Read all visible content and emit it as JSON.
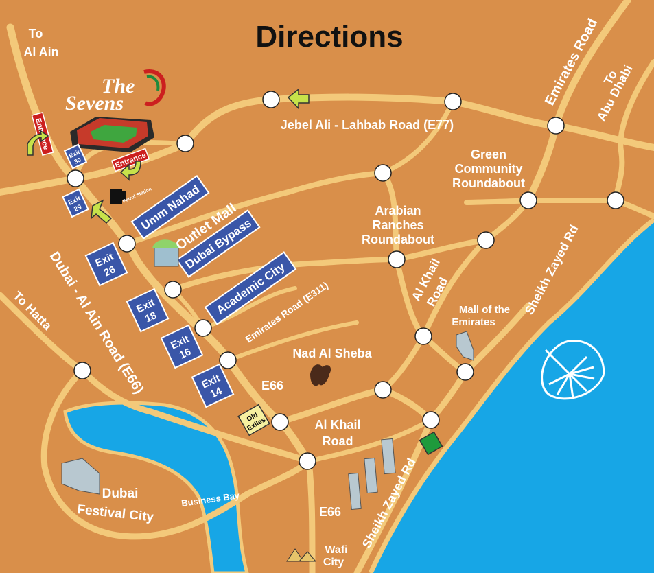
{
  "title": "Directions",
  "colors": {
    "land": "#d98f4a",
    "road": "#f3c97a",
    "water": "#17a6e6",
    "sign": "#3a56a8",
    "entrance_tag": "#cc1f1f",
    "arrow": "#c7e24a"
  },
  "venue": {
    "brand_line1": "The",
    "brand_line2": "Sevens",
    "entrance_1": "Entrance",
    "entrance_2": "Entrance",
    "petrol_station": "Petrol Station"
  },
  "exits": {
    "exit_30": [
      "Exit",
      "30"
    ],
    "exit_29": [
      "Exit",
      "29"
    ],
    "exit_26": [
      "Exit",
      "26"
    ],
    "exit_18": [
      "Exit",
      "18"
    ],
    "exit_16": [
      "Exit",
      "16"
    ],
    "exit_14": [
      "Exit",
      "14"
    ]
  },
  "signs": {
    "umm_nahad": "Umm Nahad",
    "dubai_bypass": "Dubai Bypass",
    "academic_city": "Academic City"
  },
  "labels": {
    "to_al_ain_1": "To",
    "to_al_ain_2": "Al Ain",
    "to_abu_dhabi_1": "To",
    "to_abu_dhabi_2": "Abu Dhabi",
    "to_hatta": "To Hatta",
    "emirates_road_ne": "Emirates Road",
    "jebel_ali": "Jebel Ali - Lahbab Road (E77)",
    "green_community_1": "Green",
    "green_community_2": "Community",
    "green_community_3": "Roundabout",
    "arabian_ranches_1": "Arabian",
    "arabian_ranches_2": "Ranches",
    "arabian_ranches_3": "Roundabout",
    "al_khail_road_rot_1": "Al Khail",
    "al_khail_road_rot_2": "Road",
    "sheikh_zayed_ne": "Sheikh Zayed Rd",
    "mall_emirates_1": "Mall of the",
    "mall_emirates_2": "Emirates",
    "outlet_mall": "Outlet Mall",
    "dubai_al_ain_road": "Dubai - Al Ain Road (E66)",
    "emirates_road_e311": "Emirates Road (E311)",
    "nad_al_sheba": "Nad Al Sheba",
    "e66_mid": "E66",
    "old_exiles_1": "Old",
    "old_exiles_2": "Exiles",
    "al_khail_road_1": "Al Khail",
    "al_khail_road_2": "Road",
    "business_bay": "Business Bay",
    "dubai_festival_city_1": "Dubai",
    "dubai_festival_city_2": "Festival City",
    "e66_bottom": "E66",
    "sheikh_zayed_sw": "Sheikh Zayed Rd",
    "wafi_city_1": "Wafi",
    "wafi_city_2": "City"
  }
}
